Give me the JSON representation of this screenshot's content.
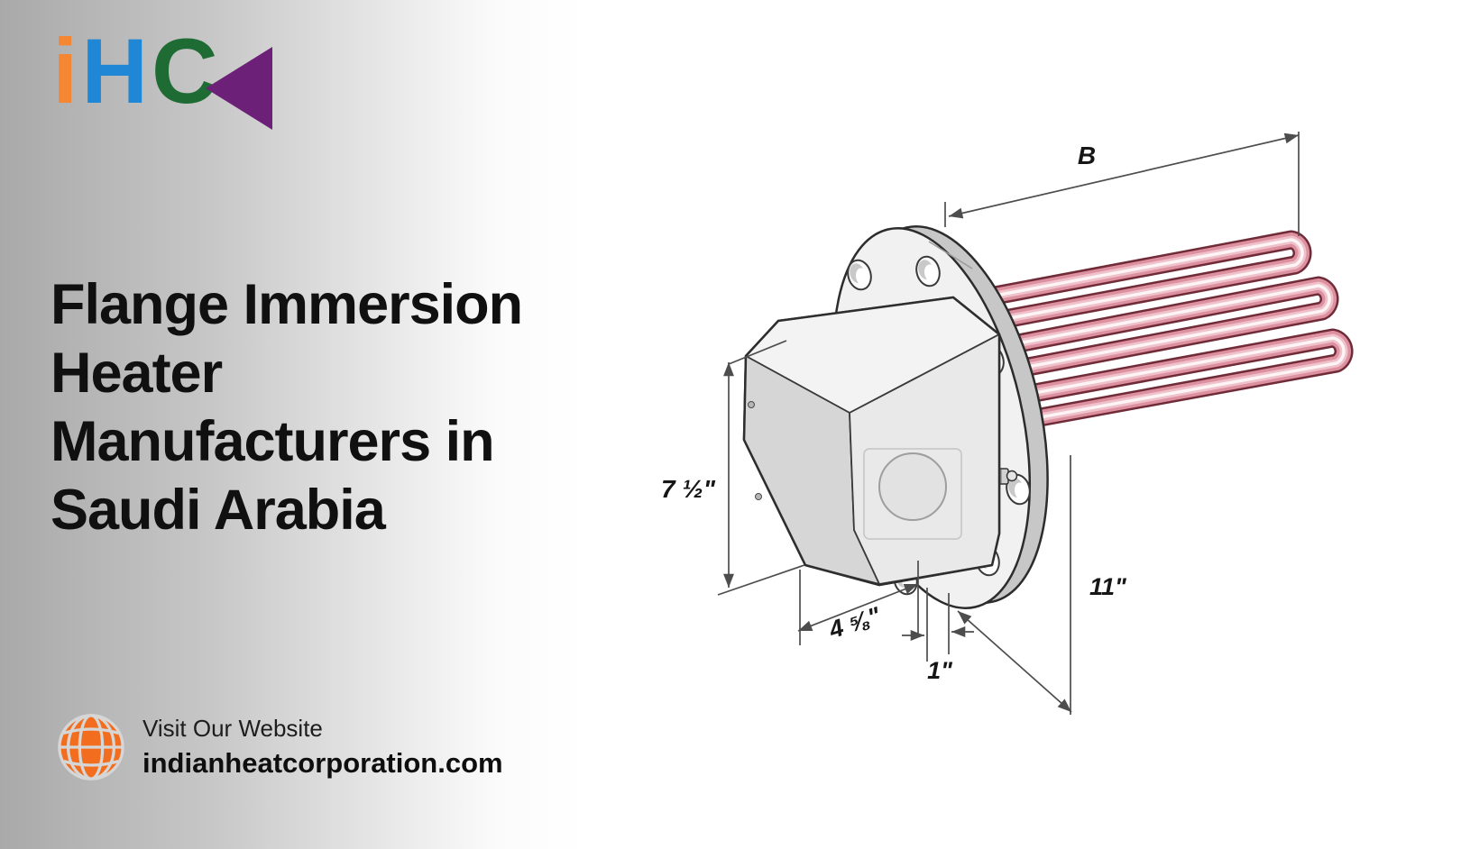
{
  "logo": {
    "letters": [
      {
        "char": "i",
        "color": "#F58634"
      },
      {
        "char": "H",
        "color": "#1F87D5"
      },
      {
        "char": "C",
        "color": "#1E6B34"
      }
    ],
    "triangle_color": "#6C2077"
  },
  "headline": {
    "lines": [
      "Flange Immersion",
      "Heater",
      "Manufacturers in",
      "Saudi Arabia"
    ]
  },
  "footer": {
    "label": "Visit Our Website",
    "website": "indianheatcorporation.com",
    "globe_color": "#F26D1D"
  },
  "diagram": {
    "labels": {
      "b": "B",
      "height": "7 ½\"",
      "width": "4 ⅝\"",
      "thickness": "1\"",
      "diameter": "11\""
    },
    "colors": {
      "element_pink": "#DD90A0",
      "element_outline": "#6F2B38",
      "flange_face": "#F1F1F1",
      "flange_rim": "#C7C7C7",
      "hex_top": "#F3F3F3",
      "hex_left": "#D6D6D6",
      "hex_right": "#E9E9E9",
      "dimension_line": "#4D4D4D"
    }
  }
}
